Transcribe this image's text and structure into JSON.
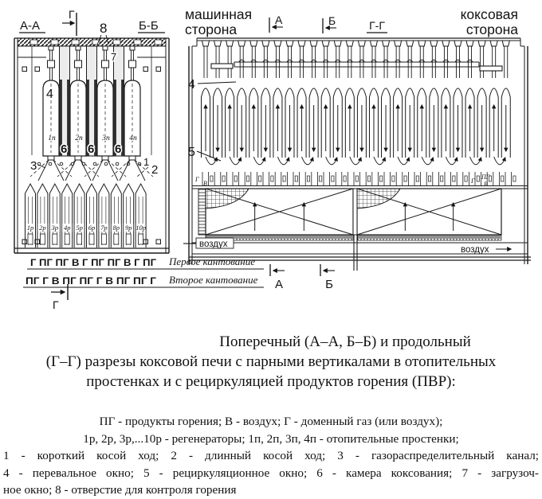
{
  "figure": {
    "left": {
      "section_aa": "А-А",
      "section_bb": "Б-Б",
      "section_g": "Г",
      "callout_8": "8",
      "callout_4": "4",
      "callout_7": "7",
      "callout_6": "6",
      "callout_3": "3",
      "callout_1": "1",
      "callout_2": "2",
      "wall_labels": [
        "1п",
        "2п",
        "3п",
        "4п"
      ],
      "regen_labels": [
        "1р",
        "2р",
        "3р",
        "4р",
        "5р",
        "6р",
        "7р",
        "8р",
        "9р",
        "10р"
      ],
      "row1_letters": "Г ПГ ПГ В Г ПГ ПГ В Г ПГ",
      "row1_label": "Первое кантование",
      "row2_letters": "ПГ Г В ПГ ПГ Г В ПГ ПГ Г",
      "row2_label": "Второе кантование"
    },
    "right": {
      "machine_side_1": "машинная",
      "machine_side_2": "сторона",
      "coke_side_1": "коксовая",
      "coke_side_2": "сторона",
      "mark_a": "А",
      "mark_b": "Б",
      "mark_gg": "Г-Г",
      "callout_4": "4",
      "callout_5": "5",
      "air": "воздух",
      "label_g": "Г",
      "label_v": "В",
      "label_pg": "ПГ"
    }
  },
  "caption": {
    "title_lines": [
      "Поперечный (А–А, Б–Б) и продольный",
      "(Г–Г) разрезы коксовой печи с парными вертикалами в отопительных",
      "простенках и с рециркуляцией продуктов горения (ПВР):"
    ],
    "legend_lines": [
      "ПГ - продукты горения; В - воздух; Г - доменный газ (или воздух);",
      "1р, 2р, 3р,...10р - регенераторы; 1п, 2п, 3п, 4п - отопительные простенки;",
      "1 - короткий косой ход; 2 - длинный косой ход; 3 - газораспределительный канал;",
      "4 - перевальное окно; 5 - рециркуляционное окно; 6 - камера коксования; 7 - загрузоч-",
      "ное окно; 8 - отверстие для контроля горения"
    ]
  }
}
